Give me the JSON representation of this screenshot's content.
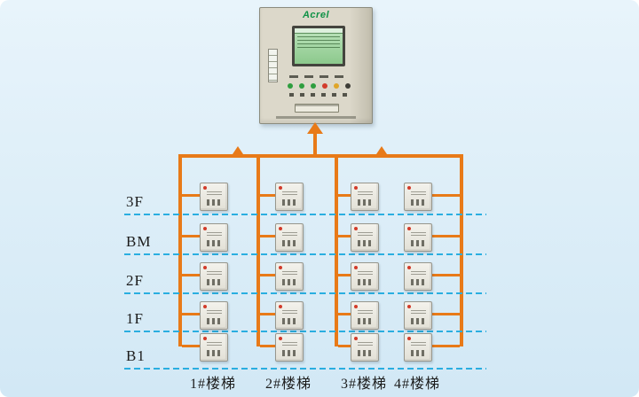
{
  "cabinet": {
    "brand": "Acrel"
  },
  "floors": [
    "3F",
    "BM",
    "2F",
    "1F",
    "B1"
  ],
  "staircases": [
    "1#楼梯",
    "2#楼梯",
    "3#楼梯",
    "4#楼梯"
  ],
  "grid": {
    "rows": 5,
    "columns": 4,
    "device_count": 20
  },
  "colors": {
    "background_top": "#e8f4fb",
    "background_bottom": "#d2e8f5",
    "connector_orange": "#e87a18",
    "floor_line_blue": "#2aaee0",
    "brand_green": "#0f9246",
    "screen_green": "#8cc98c",
    "device_led_red": "#d23b2a",
    "label_text": "#1c1c1c"
  }
}
